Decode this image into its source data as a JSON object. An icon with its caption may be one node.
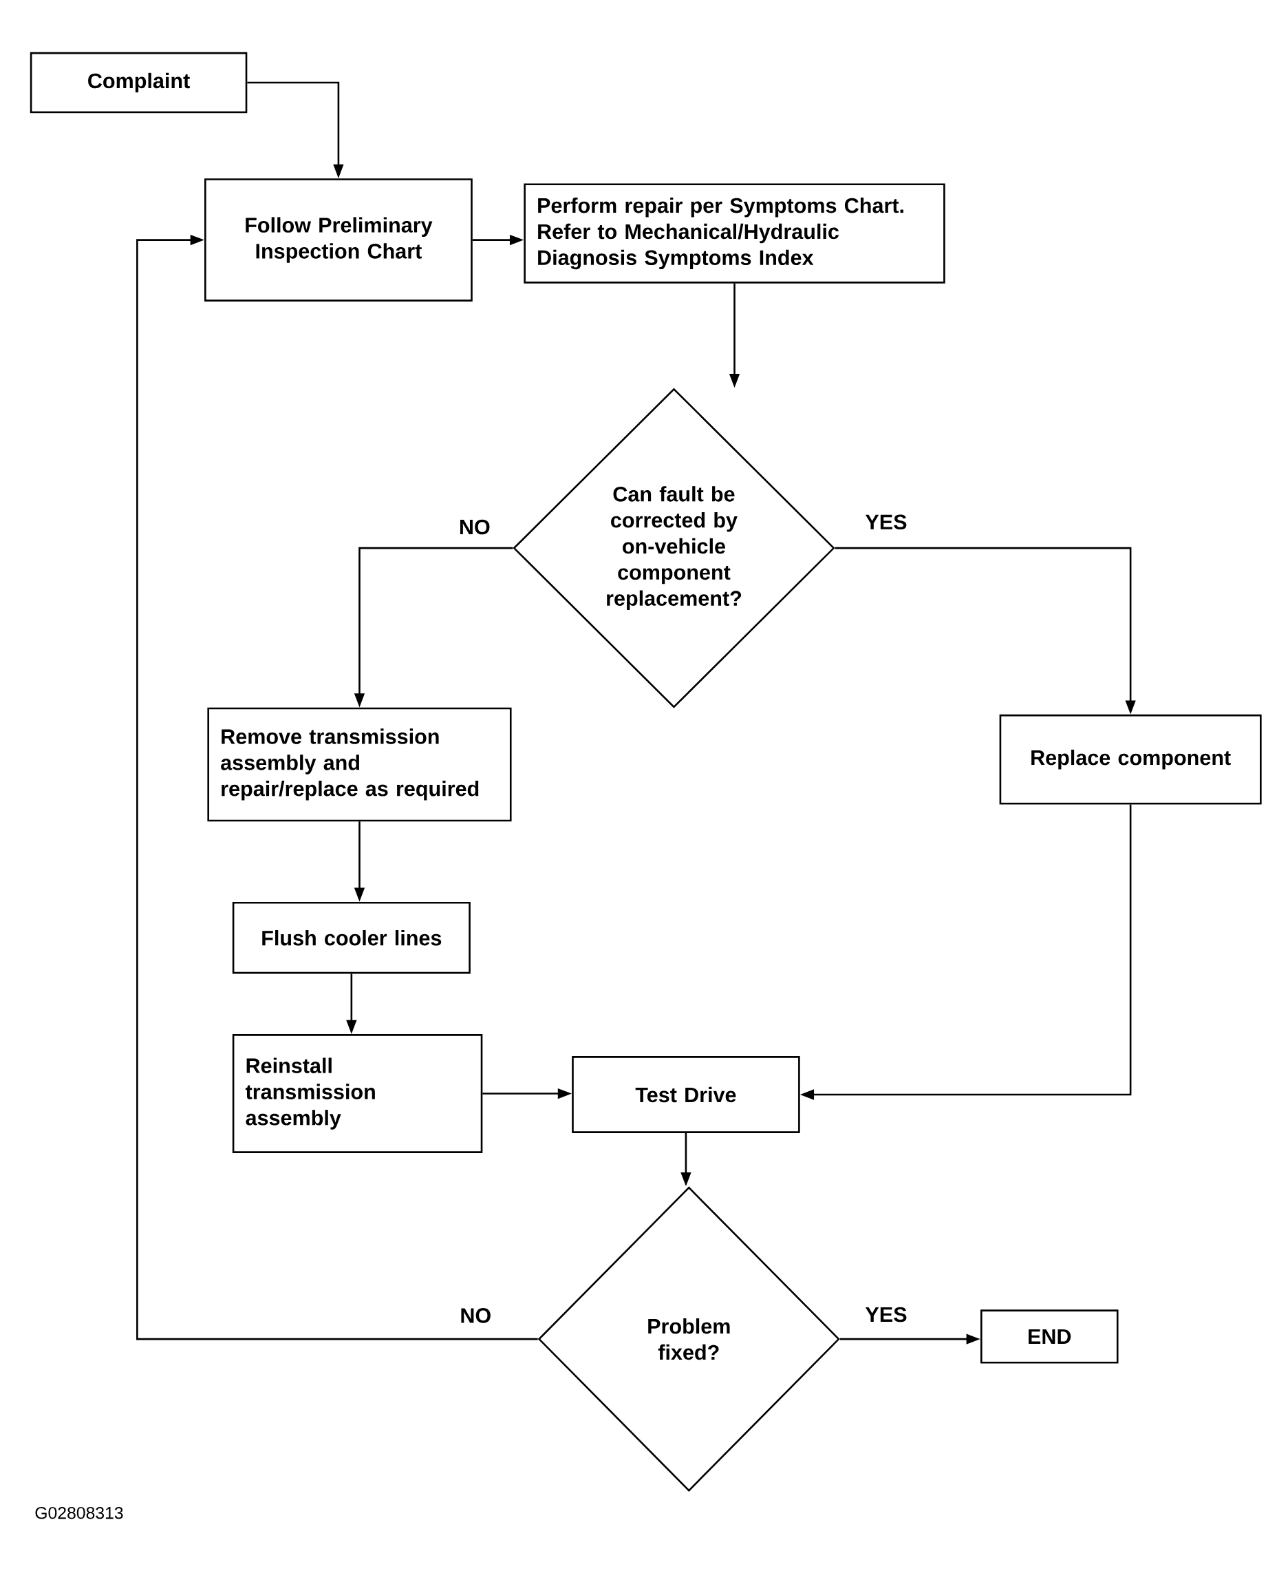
{
  "diagram": {
    "nodes": [
      {
        "text": [
          "Complaint"
        ]
      },
      {
        "text": [
          "Follow Preliminary Inspection Chart"
        ]
      },
      {
        "text": [
          "Perform repair per Symptoms Chart. Refer to Mechanical/Hydraulic Diagnosis Symptoms Index"
        ]
      },
      {
        "text": [
          "Can fault be corrected by on-vehicle component replacement?"
        ]
      },
      {
        "text": [
          "Remove transmission assembly and repair/replace as required"
        ]
      },
      {
        "text": [
          "Replace component"
        ]
      },
      {
        "text": [
          "Flush cooler lines"
        ]
      },
      {
        "text": [
          "Reinstall transmission assembly"
        ]
      },
      {
        "text": [
          "Test Drive"
        ]
      },
      {
        "text": [
          "Problem fixed?"
        ]
      },
      {
        "text": [
          "END"
        ]
      }
    ],
    "edges": [
      {
        "from": 0,
        "to": 1,
        "arrow": "to"
      },
      {
        "from": 1,
        "to": 2,
        "arrow": "to"
      },
      {
        "from": 2,
        "to": 3,
        "arrow": "to"
      },
      {
        "from": 3,
        "to": 4,
        "arrow": "to",
        "label": "NO"
      },
      {
        "from": 3,
        "to": 5,
        "arrow": "to",
        "label": "YES"
      },
      {
        "from": 4,
        "to": 6,
        "arrow": "to"
      },
      {
        "from": 6,
        "to": 7,
        "arrow": "to"
      },
      {
        "from": 7,
        "to": 8,
        "arrow": "to"
      },
      {
        "from": 5,
        "to": 8,
        "arrow": "to"
      },
      {
        "from": 8,
        "to": 9,
        "arrow": "to"
      },
      {
        "from": 9,
        "to": 1,
        "arrow": "to",
        "label": "NO"
      },
      {
        "from": 9,
        "to": 10,
        "arrow": "to",
        "label": "YES"
      }
    ],
    "labels": [
      "G02808313"
    ]
  }
}
